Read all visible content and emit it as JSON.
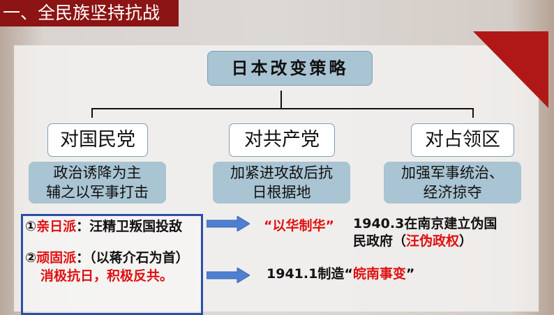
{
  "title": "一、全民族坚持抗战",
  "root": "日本改变策略",
  "branches": [
    {
      "target": "对国民党",
      "line1": "政治诱降为主",
      "line2": "辅之以军事打击"
    },
    {
      "target": "对共产党",
      "line1": "加紧进攻敌后抗",
      "line2": "日根据地"
    },
    {
      "target": "对占领区",
      "line1": "加强军事统治、",
      "line2": "经济掠夺"
    }
  ],
  "factions": {
    "p1_num": "①",
    "p1_name": "亲日派",
    "p1_rest": "：汪精卫叛国投敌",
    "p2_num": "②",
    "p2_name": "顽固派",
    "p2_rest": "：（以蒋介石为首）",
    "p2_line2": "消极抗日，积极反共。"
  },
  "results": {
    "slogan": "“以华制华”",
    "r1_line1": "1940.3在南京建立伪国",
    "r1_line2a": "民政府（",
    "r1_line2b": "汪伪政权",
    "r1_line2c": "）",
    "r2a": "1941.1制造“",
    "r2b": "皖南事变",
    "r2c": "”"
  }
}
